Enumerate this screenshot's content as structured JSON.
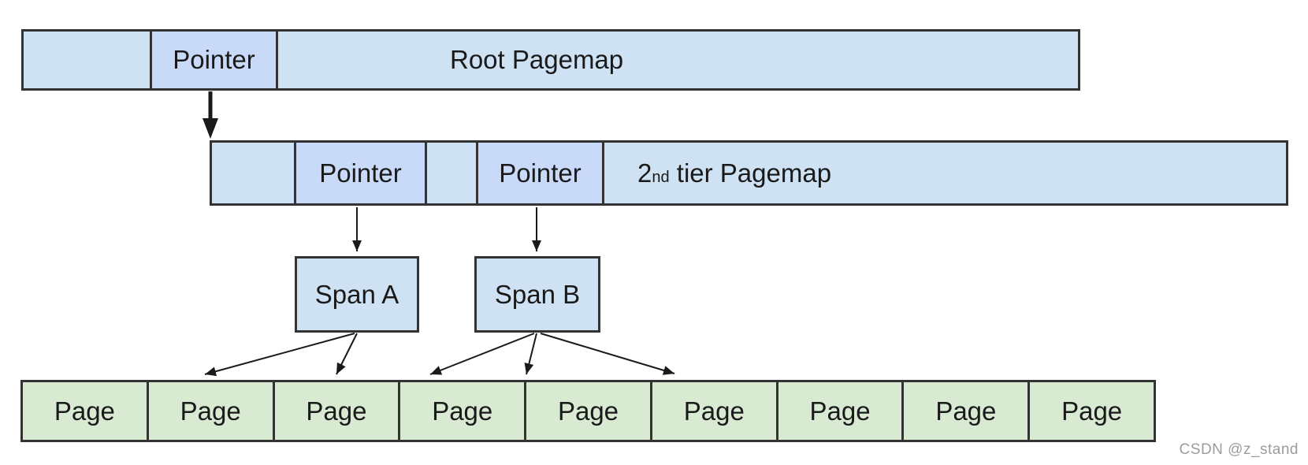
{
  "root_row": {
    "pointer_label": "Pointer",
    "title": "Root Pagemap"
  },
  "tier_row": {
    "pointer1_label": "Pointer",
    "pointer2_label": "Pointer",
    "title_base": "2",
    "title_sup": "nd",
    "title_rest": " tier Pagemap"
  },
  "spans": {
    "span_a": "Span A",
    "span_b": "Span B"
  },
  "page_row": {
    "cells": [
      "Page",
      "Page",
      "Page",
      "Page",
      "Page",
      "Page",
      "Page",
      "Page",
      "Page"
    ]
  },
  "watermark": "CSDN @z_stand",
  "colors": {
    "box_blue": "#cfe2f3",
    "pointer_blue": "#c9daf8",
    "page_green": "#d9ead3",
    "border": "#333333",
    "arrow": "#1a1a1a",
    "watermark": "#9c9c9c"
  }
}
